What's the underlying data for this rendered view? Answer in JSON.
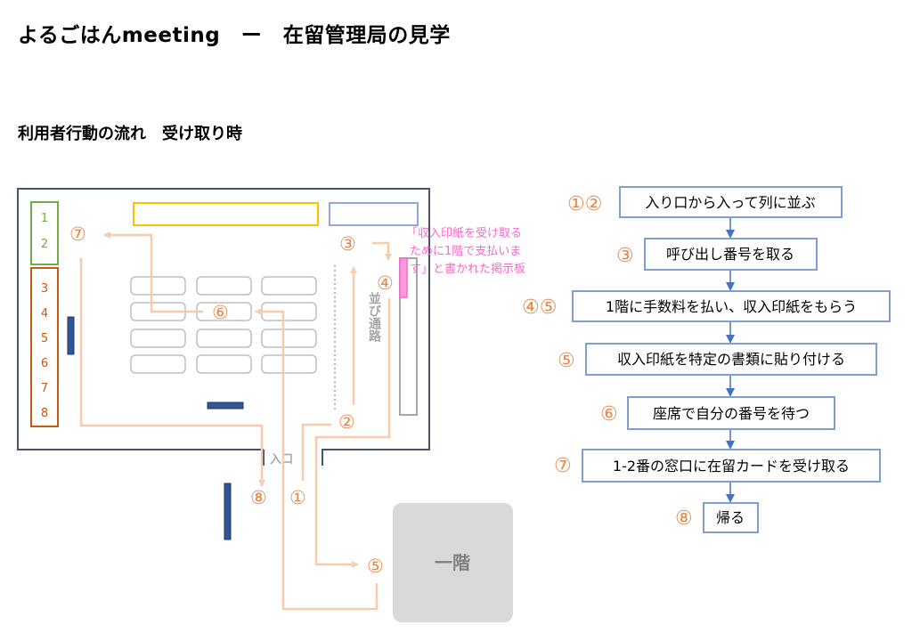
{
  "title": "よるごはんmeeting　ー　在留管理局の見学",
  "subtitle": "利用者行動の流れ　受け取り時",
  "colors": {
    "wall": "#44546a",
    "green": "#70ad47",
    "brown": "#c55a11",
    "yellow": "#ffc000",
    "blue_box": "#8eaadb",
    "blue_dark": "#2f5597",
    "peach": "#f8cbad",
    "orange": "#ed7d31",
    "pink": "#ff66cc",
    "gray": "#d9d9d9",
    "seat": "#bfbfbf",
    "flow_border": "#7f9ed1",
    "arrow": "#4472c4"
  },
  "floor_plan": {
    "counter_green": [
      "1",
      "2"
    ],
    "counter_brown": [
      "3",
      "4",
      "5",
      "6",
      "7",
      "8"
    ],
    "corridor_label": "並び通路",
    "entrance_label": "入口",
    "first_floor_label": "一階",
    "notice": [
      "「収入印紙を受け取る",
      "ために1階で支払いま",
      "す」と書かれた掲示板"
    ],
    "markers": {
      "m1": "①",
      "m2": "②",
      "m3": "③",
      "m4": "④",
      "m5": "⑤",
      "m6": "⑥",
      "m7": "⑦",
      "m8": "⑧"
    }
  },
  "flow_steps": [
    {
      "num": "①②",
      "text": "入り口から入って列に並ぶ"
    },
    {
      "num": "③",
      "text": "呼び出し番号を取る"
    },
    {
      "num": "④⑤",
      "text": "1階に手数料を払い、収入印紙をもらう"
    },
    {
      "num": "⑤",
      "text": "収入印紙を特定の書類に貼り付ける"
    },
    {
      "num": "⑥",
      "text": "座席で自分の番号を待つ"
    },
    {
      "num": "⑦",
      "text": "1-2番の窓口に在留カードを受け取る"
    },
    {
      "num": "⑧",
      "text": "帰る"
    }
  ]
}
